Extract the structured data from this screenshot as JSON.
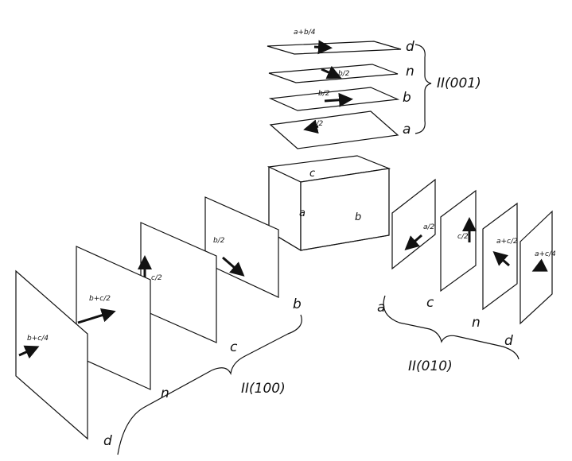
{
  "planes_001": {
    "glides": [
      {
        "letter": "d",
        "translation": "a+b/4"
      },
      {
        "letter": "n",
        "translation": "a+b/2"
      },
      {
        "letter": "b",
        "translation": "b/2"
      },
      {
        "letter": "a",
        "translation": "a/2"
      }
    ],
    "group_label": "II(001)"
  },
  "cell": {
    "axis_c": "c",
    "axis_a": "a",
    "axis_b": "b"
  },
  "planes_010": {
    "glides": [
      {
        "letter": "a",
        "translation": "a/2"
      },
      {
        "letter": "c",
        "translation": "c/2"
      },
      {
        "letter": "n",
        "translation": "a+c/2"
      },
      {
        "letter": "d",
        "translation": "a+c/4"
      }
    ],
    "group_label": "II(010)"
  },
  "planes_100": {
    "glides": [
      {
        "letter": "b",
        "translation": "b/2"
      },
      {
        "letter": "c",
        "translation": "c/2"
      },
      {
        "letter": "n",
        "translation": "b+c/2"
      },
      {
        "letter": "d",
        "translation": "b+c/4"
      }
    ],
    "group_label": "II(100)"
  }
}
